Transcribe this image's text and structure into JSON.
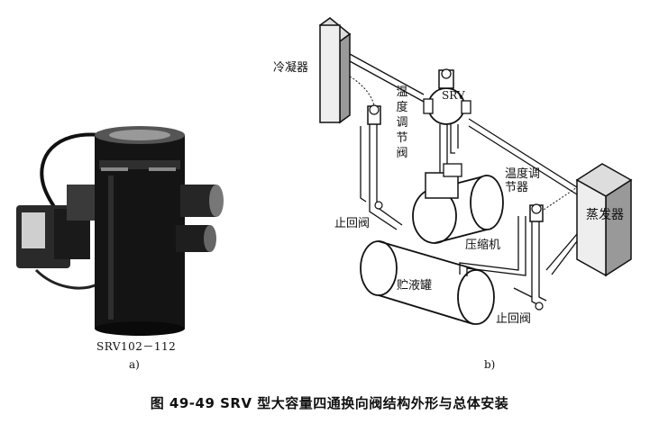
{
  "figure": {
    "caption": "图 49-49    SRV 型大容量四通换向阀结构外形与总体安装"
  },
  "panel_a": {
    "model_label": "SRV102－112",
    "sub_label": "a)"
  },
  "panel_b": {
    "sub_label": "b)",
    "labels": {
      "condenser": "冷凝器",
      "evaporator": "蒸发器",
      "temp_valve": "温度调节阀",
      "temp_regulator": "温度调节器",
      "srv": "SRV",
      "check_valve_1": "止回阀",
      "check_valve_2": "止回阀",
      "compressor": "压缩机",
      "receiver": "贮液罐"
    }
  }
}
